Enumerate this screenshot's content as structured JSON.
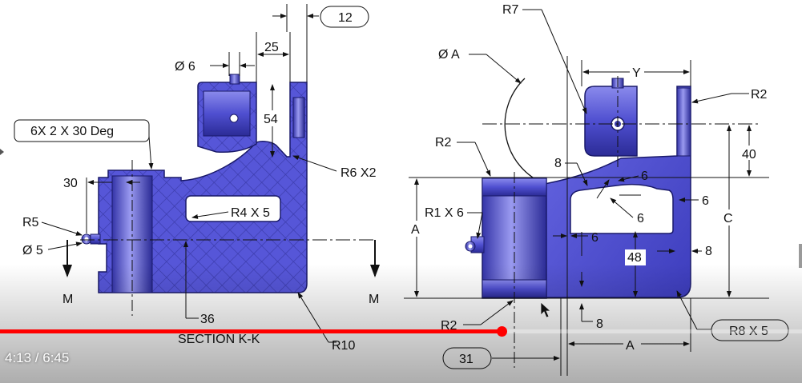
{
  "drawing": {
    "section_label": "SECTION K-K",
    "section_marks": [
      "M",
      "M"
    ],
    "left_view": {
      "phi6": "Ø 6",
      "d25": "25",
      "d12": "12",
      "d54": "54",
      "chamfer": "6X 2 X 30 Deg",
      "d30": "30",
      "r5": "R5",
      "phi5": "Ø 5",
      "r6x2": "R6 X2",
      "r4x5": "R4 X 5",
      "d36": "36",
      "r10": "R10"
    },
    "right_view": {
      "r7": "R7",
      "phiA": "Ø A",
      "y": "Y",
      "r2_top": "R2",
      "r2_left": "R2",
      "d40": "40",
      "c": "C",
      "d8_top": "8",
      "d6_a": "6",
      "d6_b": "6",
      "d6_c": "6",
      "d6_d": "6",
      "r1x6": "R1 X 6",
      "a_left": "A",
      "d48": "48",
      "d8_right": "8",
      "d8_bottom": "8",
      "r2_bottom": "R2",
      "r8x5": "R8 X 5",
      "d31": "31",
      "a_bottom": "A"
    }
  },
  "player": {
    "time_display": "4:13 / 6:45",
    "progress_fraction": 0.6253,
    "progress_color": "#ff0000"
  },
  "colors": {
    "part_fill": "#5a5adf",
    "part_dark": "#2a2aa0",
    "line": "#111111"
  }
}
